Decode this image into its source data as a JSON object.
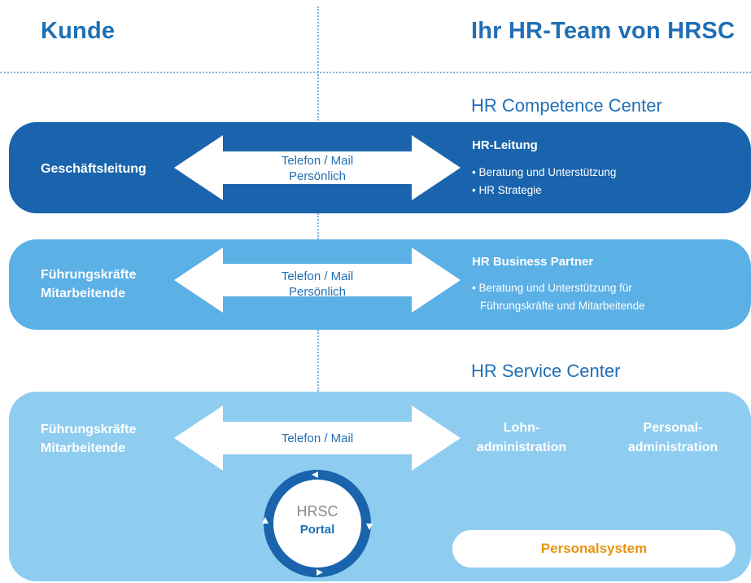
{
  "header": {
    "left_title": "Kunde",
    "right_title": "Ihr HR-Team von HRSC"
  },
  "sections": {
    "competence_center": "HR Competence Center",
    "service_center": "HR Service Center"
  },
  "row1": {
    "customer": [
      "Geschäftsleitung"
    ],
    "arrow_lines": [
      "Telefon / Mail",
      "Persönlich"
    ],
    "title": "HR-Leitung",
    "bullets": [
      "• Beratung und Unterstützung",
      "• HR Strategie"
    ]
  },
  "row2": {
    "customer": [
      "Führungskräfte",
      "Mitarbeitende"
    ],
    "arrow_lines": [
      "Telefon / Mail",
      "Persönlich"
    ],
    "title": "HR Business Partner",
    "bullets": [
      "• Beratung und Unterstützung für",
      "Führungskräfte und Mitarbeitende"
    ]
  },
  "row3": {
    "customer": [
      "Führungskräfte",
      "Mitarbeitende"
    ],
    "arrow_lines": [
      "Telefon / Mail"
    ],
    "col1": [
      "Lohn-",
      "administration"
    ],
    "col2": [
      "Personal-",
      "administration"
    ],
    "portal": {
      "line1": "HRSC",
      "line2": "Portal"
    },
    "system": "Personalsystem"
  },
  "colors": {
    "primary": "#1f6fb5",
    "band1": "#1a64ad",
    "band2": "#5bb0e6",
    "band3": "#8fcdf0",
    "accent": "#e8940f"
  },
  "icons": [
    "double-arrow-icon",
    "portal-ring-icon"
  ]
}
